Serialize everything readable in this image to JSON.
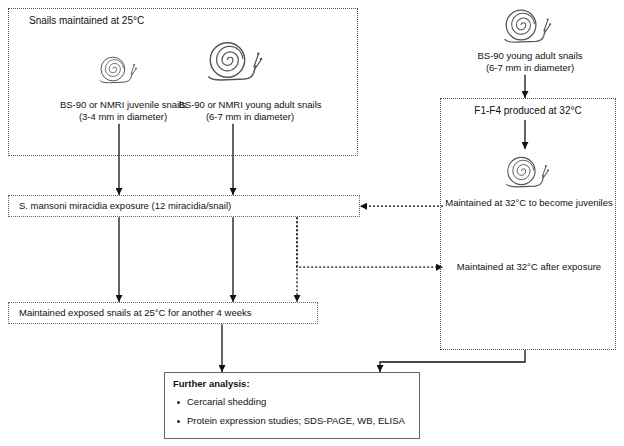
{
  "diagram": {
    "nodes": [
      {
        "text": [
          "Snails maintained at 25°C"
        ]
      },
      {
        "text": [
          "BS-90 or NMRI juvenile snails",
          "(3-4 mm in diameter)"
        ],
        "in": 0
      },
      {
        "text": [
          "BS-90 or NMRI young adult snails",
          "(6-7 mm in diameter)"
        ],
        "in": 0
      },
      {
        "text": [
          "BS-90 young adult snails",
          "(6-7 mm in diameter)"
        ]
      },
      {
        "text": [
          "F1-F4 produced at 32°C"
        ]
      },
      {
        "text": [
          "Maintained at 32°C to become juveniles"
        ],
        "in": 4
      },
      {
        "text": [
          "Maintained at 32°C after exposure"
        ],
        "in": 4
      },
      {
        "text": [
          "S. mansoni miracidia exposure (12 miracidia/snail)"
        ]
      },
      {
        "text": [
          "Maintained exposed snails at 25°C for another 4 weeks"
        ]
      },
      {
        "text": [
          "Further analysis:",
          "Cercarial shedding",
          "Protein expression studies; SDS-PAGE, WB, ELISA"
        ]
      }
    ],
    "edges": [
      {
        "from": 3,
        "to": 4,
        "arrow": "to"
      },
      {
        "from": 1,
        "to": 7,
        "arrow": "to"
      },
      {
        "from": 2,
        "to": 7,
        "arrow": "to"
      },
      {
        "from": 5,
        "to": 7,
        "arrow": "to"
      },
      {
        "from": 7,
        "to": 8,
        "arrow": "to"
      },
      {
        "from": 7,
        "to": 8,
        "arrow": "to"
      },
      {
        "from": 7,
        "to": 8,
        "arrow": "to"
      },
      {
        "from": 7,
        "to": 6,
        "arrow": "to"
      },
      {
        "from": 8,
        "to": 9,
        "arrow": "to"
      },
      {
        "from": 4,
        "to": 9,
        "arrow": "to"
      }
    ]
  }
}
